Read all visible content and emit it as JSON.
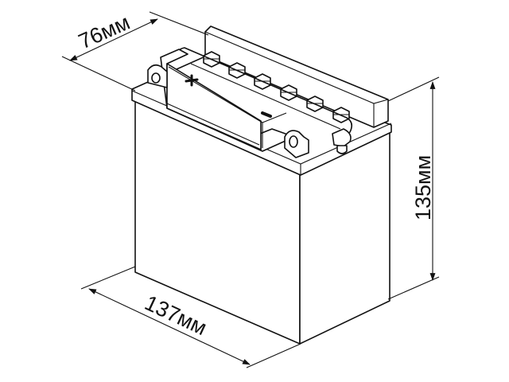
{
  "diagram": {
    "subject": "battery",
    "dimensions": {
      "width": {
        "label": "76мм",
        "value": 76,
        "unit": "мм"
      },
      "length": {
        "label": "137мм",
        "value": 137,
        "unit": "мм"
      },
      "height": {
        "label": "135мм",
        "value": 135,
        "unit": "мм"
      }
    },
    "terminals": {
      "positive_symbol": "+",
      "negative_symbol": "−"
    },
    "cell_caps_count": 6,
    "colors": {
      "line": "#111111",
      "background": "#ffffff"
    }
  }
}
